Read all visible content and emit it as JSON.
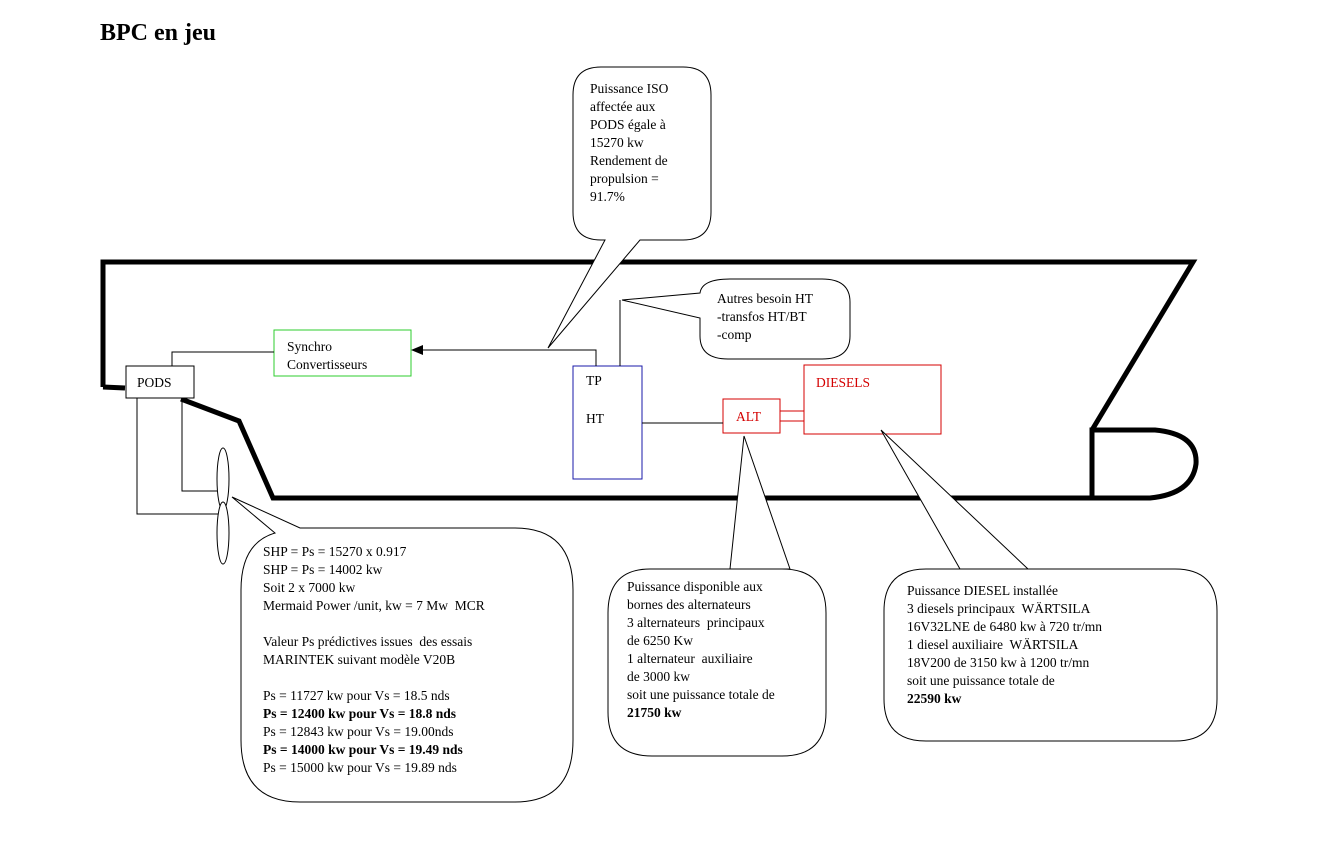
{
  "title": "BPC  en jeu",
  "colors": {
    "hull": "#000000",
    "synchro_box": "#2ecc2e",
    "tp_ht_box": "#1a1aa8",
    "alt_diesel": "#d40000",
    "spellcheck_underline": "#d40000"
  },
  "boxes": {
    "pods": "PODS",
    "synchro_line1": "Synchro",
    "synchro_line2": "Convertisseurs",
    "tp": "TP",
    "ht": "HT",
    "alt": "ALT",
    "diesels": "DIESELS"
  },
  "callouts": {
    "iso": {
      "lines": [
        "Puissance ISO",
        "affectée aux",
        "PODS égale à",
        "15270 kw",
        "Rendement de",
        "propulsion =",
        "91.7%"
      ]
    },
    "ht_needs": {
      "lines": [
        "Autres besoin HT",
        "-transfos HT/BT",
        "-comp"
      ]
    },
    "shp": {
      "lines": [
        "SHP = Ps = 15270 x 0.917",
        "SHP = Ps = 14002 kw",
        "Soit 2 x 7000 kw",
        "Mermaid Power /unit, kw = 7 Mw  MCR",
        "",
        "Valeur Ps prédictives issues  des essais",
        "MARINTEK suivant modèle V20B",
        "",
        "Ps = 11727 kw pour Vs = 18.5 nds",
        "Ps = 12400 kw pour Vs = 18.8 nds",
        "Ps = 12843 kw pour Vs = 19.00nds",
        "Ps = 14000 kw pour Vs = 19.49 nds",
        "Ps = 15000 kw pour Vs = 19.89 nds"
      ]
    },
    "alternators": {
      "lines": [
        "Puissance disponible aux",
        "bornes des alternateurs",
        "3 alternateurs  principaux",
        "de 6250 Kw",
        "1 alternateur  auxiliaire",
        "de 3000 kw",
        "soit une puissance totale de",
        "21750 kw"
      ]
    },
    "diesel": {
      "lines": [
        "Puissance DIESEL installée",
        "3 diesels principaux  WÄRTSILA",
        "16V32LNE de 6480 kw à 720 tr/mn",
        "1 diesel auxiliaire  WÄRTSILA",
        "18V200 de 3150 kw à 1200 tr/mn",
        "soit une puissance totale de",
        "22590 kw"
      ]
    }
  }
}
